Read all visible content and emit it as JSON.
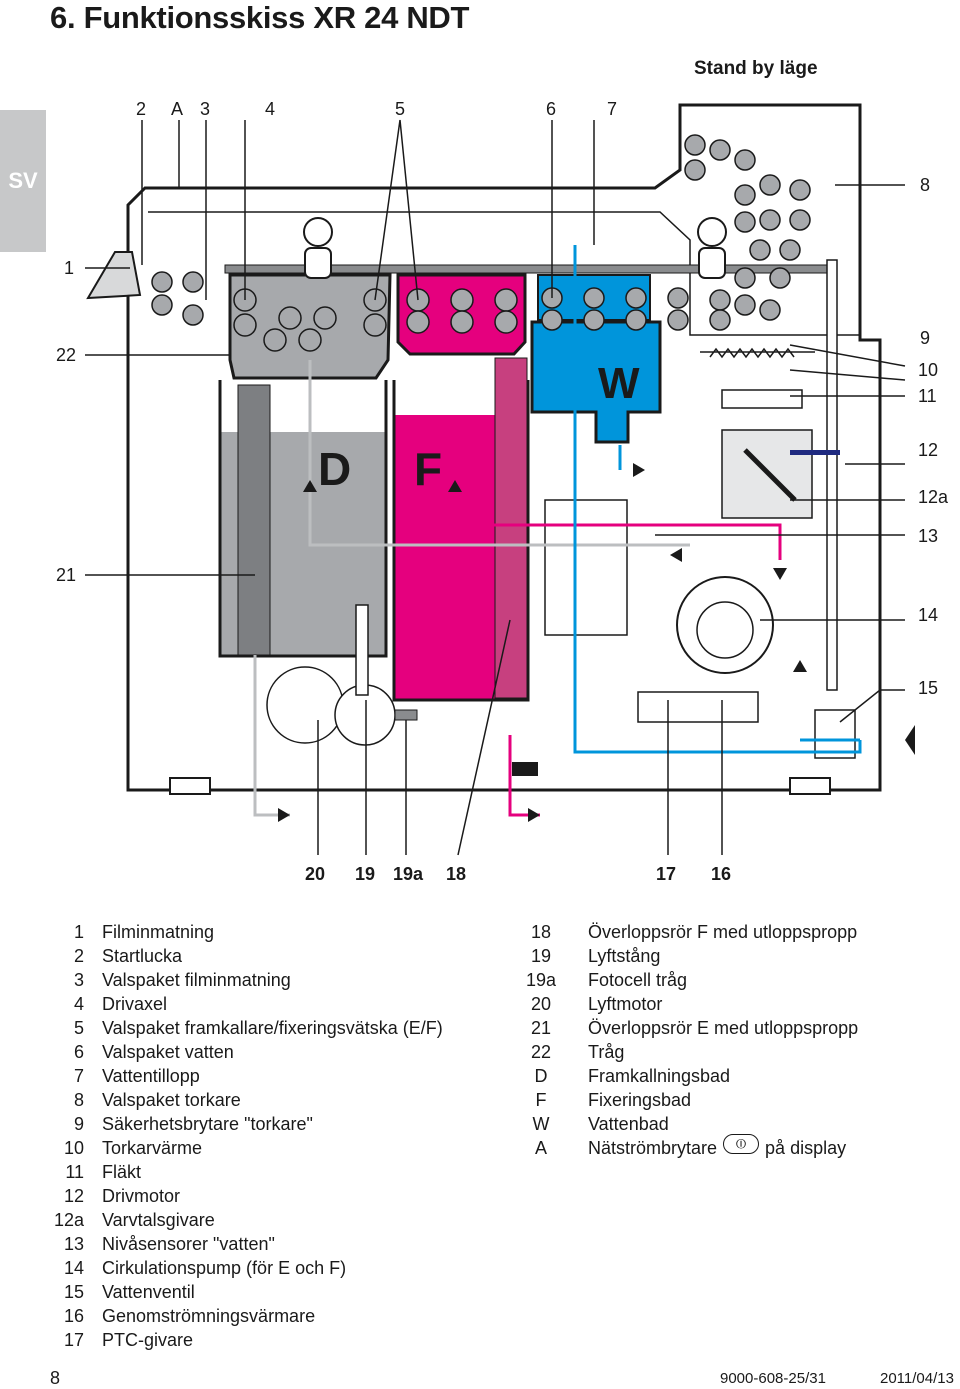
{
  "title": "6. Funktionsskiss XR 24 NDT",
  "language_tab": "SV",
  "mode_label": "Stand by läge",
  "top_labels": [
    "2",
    "A",
    "3",
    "4",
    "5",
    "6",
    "7"
  ],
  "right_labels": [
    "8",
    "9",
    "10",
    "11",
    "12",
    "12a",
    "13",
    "14",
    "15"
  ],
  "left_labels": [
    "1",
    "22",
    "21"
  ],
  "bottom_labels": [
    "20",
    "19",
    "19a",
    "18",
    "17",
    "16"
  ],
  "tank_letters": {
    "d": "D",
    "f": "F",
    "w": "W"
  },
  "colors": {
    "developer": "#a7a9ac",
    "fixer": "#e5007e",
    "water": "#0095db",
    "outline": "#1a1a1a"
  },
  "legend_left": [
    {
      "key": "1",
      "text": "Filminmatning"
    },
    {
      "key": "2",
      "text": "Startlucka"
    },
    {
      "key": "3",
      "text": "Valspaket filminmatning"
    },
    {
      "key": "4",
      "text": "Drivaxel"
    },
    {
      "key": "5",
      "text": "Valspaket framkallare/fixeringsvätska (E/F)"
    },
    {
      "key": "6",
      "text": "Valspaket vatten"
    },
    {
      "key": "7",
      "text": "Vattentillopp"
    },
    {
      "key": "8",
      "text": "Valspaket torkare"
    },
    {
      "key": "9",
      "text": "Säkerhetsbrytare \"torkare\""
    },
    {
      "key": "10",
      "text": "Torkarvärme"
    },
    {
      "key": "11",
      "text": "Fläkt"
    },
    {
      "key": "12",
      "text": "Drivmotor"
    },
    {
      "key": "12a",
      "text": "Varvtalsgivare"
    },
    {
      "key": "13",
      "text": "Nivåsensorer \"vatten\""
    },
    {
      "key": "14",
      "text": "Cirkulationspump (för E och F)"
    },
    {
      "key": "15",
      "text": "Vattenventil"
    },
    {
      "key": "16",
      "text": "Genomströmningsvärmare"
    },
    {
      "key": "17",
      "text": "PTC-givare"
    }
  ],
  "legend_right": [
    {
      "key": "18",
      "text": "Överloppsrör F med utloppspropp"
    },
    {
      "key": "19",
      "text": "Lyftstång"
    },
    {
      "key": "19a",
      "text": "Fotocell tråg"
    },
    {
      "key": "20",
      "text": "Lyftmotor"
    },
    {
      "key": "21",
      "text": "Överloppsrör E med utloppspropp"
    },
    {
      "key": "22",
      "text": "Tråg"
    },
    {
      "key": "D",
      "text": "Framkallningsbad"
    },
    {
      "key": "F",
      "text": "Fixeringsbad"
    },
    {
      "key": "W",
      "text": "Vattenbad"
    },
    {
      "key": "A",
      "text": "Nätströmbrytare",
      "suffix": "på display",
      "symbol_icon": "power-switch-icon"
    }
  ],
  "footer": {
    "page": "8",
    "doc_number": "9000-608-25/31",
    "date": "2011/04/13"
  }
}
